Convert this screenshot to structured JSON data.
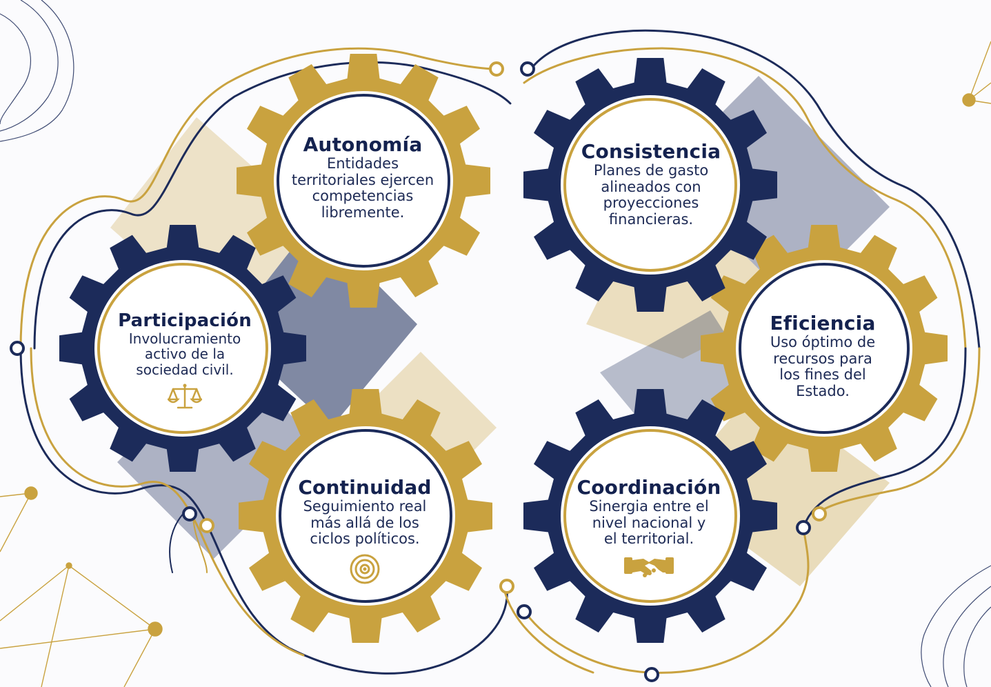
{
  "colors": {
    "navy": "#1c2b5a",
    "gold": "#c9a23f",
    "bg": "#fbfbfd"
  },
  "cards": [
    {
      "title": "Autonomía",
      "description": [
        "Entidades",
        "territoriales ejercen",
        "competencias",
        "libremente."
      ],
      "icon": ""
    },
    {
      "title": "Consistencia",
      "description": [
        "Planes de gasto",
        "alineados con",
        "proyecciones",
        "financieras."
      ],
      "icon": ""
    },
    {
      "title": "Participación",
      "description": [
        "Involucramiento",
        "activo de la",
        "sociedad civil."
      ],
      "icon": "scales-icon"
    },
    {
      "title": "Eficiencia",
      "description": [
        "Uso óptimo de",
        "recursos para",
        "los fines del",
        "Estado."
      ],
      "icon": ""
    },
    {
      "title": "Continuidad",
      "description": [
        "Seguimiento real",
        "más allá de los",
        "ciclos políticos."
      ],
      "icon": "target-icon"
    },
    {
      "title": "Coordinación",
      "description": [
        "Sinergia entre el",
        "nivel nacional y",
        "el territorial."
      ],
      "icon": "handshake-icon"
    }
  ]
}
